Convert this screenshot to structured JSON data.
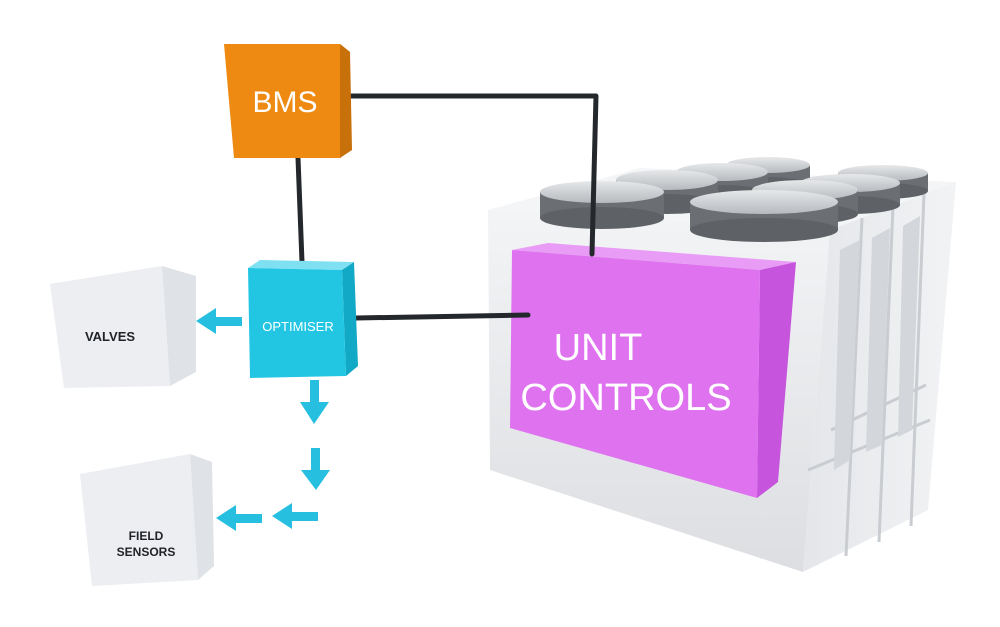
{
  "nodes": {
    "bms": {
      "label": "BMS",
      "color": "#ee8a12"
    },
    "optimiser": {
      "label": "OPTIMISER",
      "color": "#22c6e3"
    },
    "valves": {
      "label": "VALVES"
    },
    "field_sensors": {
      "line1": "FIELD",
      "line2": "SENSORS"
    },
    "unit_controls": {
      "line1": "UNIT",
      "line2": "CONTROLS",
      "color": "#de72ef"
    }
  },
  "colors": {
    "wire": "#24282c",
    "arrow": "#26bfe0",
    "chiller_body": "#e9eaec",
    "fan": "#6b6f73",
    "cube": "#eceef1"
  }
}
